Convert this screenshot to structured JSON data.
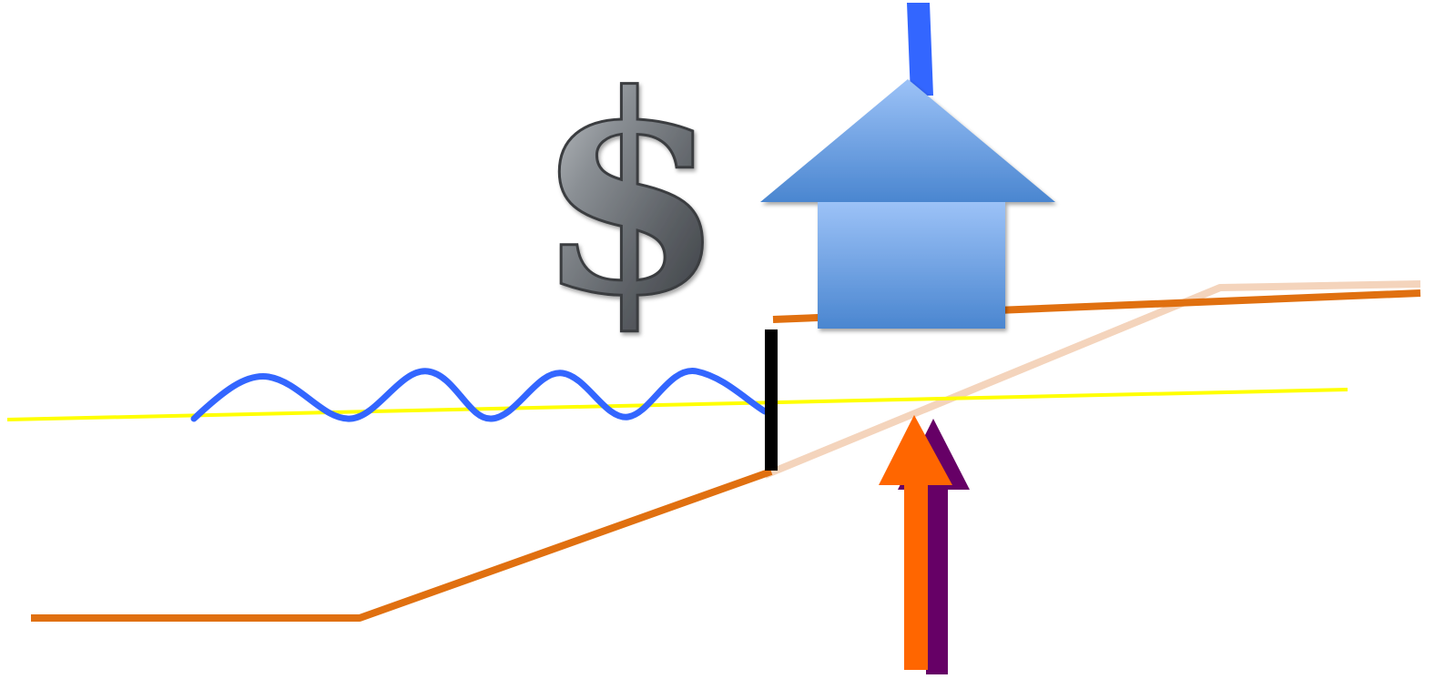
{
  "diagram": {
    "colors": {
      "background": "#ffffff",
      "water_level_line": "#ffff00",
      "wave": "#3366ff",
      "ground_profile": "#e07010",
      "ground_profile_faded": "#f4d4bc",
      "seawall": "#000000",
      "house_light": "#9cc2f7",
      "house_dark": "#4a86d0",
      "chimney": "#3366ff",
      "arrow_front": "#ff6600",
      "arrow_back": "#660066",
      "dollar_metal": "#707478"
    },
    "elements": [
      "dollar-sign-icon",
      "house-icon",
      "chimney",
      "water-level-line",
      "wave-line",
      "seawall",
      "ground-profile",
      "projected-ground-profile",
      "rise-arrow-orange",
      "rise-arrow-purple"
    ],
    "dollar_symbol": "$"
  }
}
